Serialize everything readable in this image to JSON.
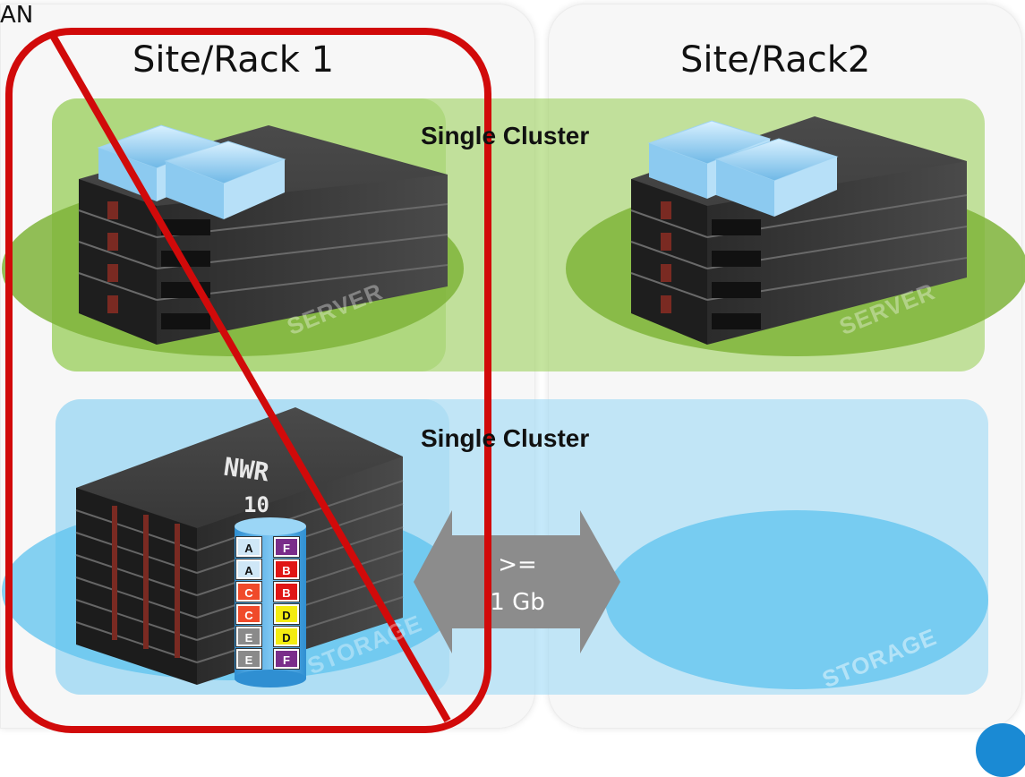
{
  "corner_text": "AN",
  "sites": [
    {
      "title": "Site/Rack 1"
    },
    {
      "title": "Site/Rack2"
    }
  ],
  "server_cluster_label": "Single Cluster",
  "storage_cluster_label": "Single Cluster",
  "platter_labels": {
    "server": "SERVER",
    "storage": "STORAGE"
  },
  "storage_unit_text": "NWR",
  "storage_unit_text2": "10",
  "link": {
    "line1": ">=",
    "line2": "1 Gb"
  },
  "volume_disks": [
    [
      "A",
      "F"
    ],
    [
      "A",
      "B"
    ],
    [
      "C",
      "B"
    ],
    [
      "C",
      "D"
    ],
    [
      "E",
      "D"
    ],
    [
      "E",
      "F"
    ]
  ],
  "disk_colors": {
    "A": "#cfe7f7",
    "B": "#e01515",
    "C": "#f04a2a",
    "D": "#f4ec10",
    "E": "#8a8a8a",
    "F": "#7a2d8a"
  },
  "colors": {
    "server_band": "#96cd50",
    "storage_band": "#96d7f5",
    "cross_out": "#d10a0a",
    "link_arrow": "#8c8c8c"
  }
}
